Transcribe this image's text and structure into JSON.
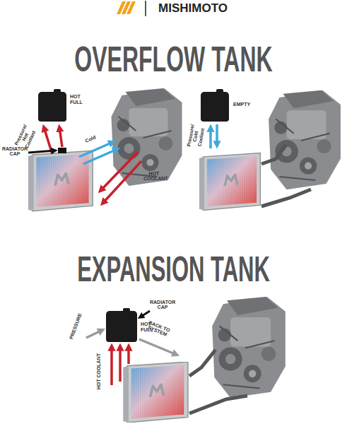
{
  "diagram": {
    "title": "OVERFLOW TANK",
    "nodes": [
      {
        "text": [
          "HOT FULL"
        ]
      },
      {
        "text": [
          "EMPTY"
        ]
      },
      {
        "text": [
          "HOT FULL"
        ]
      }
    ],
    "labels": [
      "MISHIMOTO",
      "Pressure/ Hot Coolant",
      "Cold",
      "RADIATOR CAP",
      "HOT COOLANT",
      "Pressure/ Cold Coolant",
      "EXPANSION TANK",
      "RADIATOR CAP",
      "PRESSURE",
      "BACK TO SYSTEM",
      "HOT COOLANT"
    ]
  }
}
